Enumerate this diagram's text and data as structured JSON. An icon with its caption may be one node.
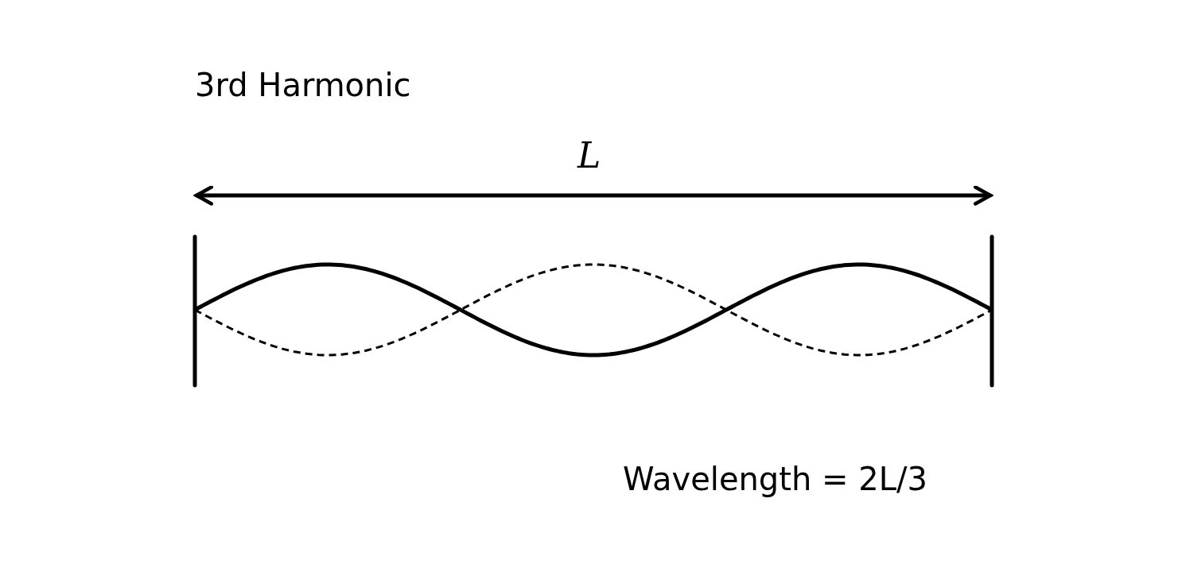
{
  "diagram": {
    "title": "3rd Harmonic",
    "labels": [
      "L",
      "Wavelength = 2L/3"
    ]
  }
}
